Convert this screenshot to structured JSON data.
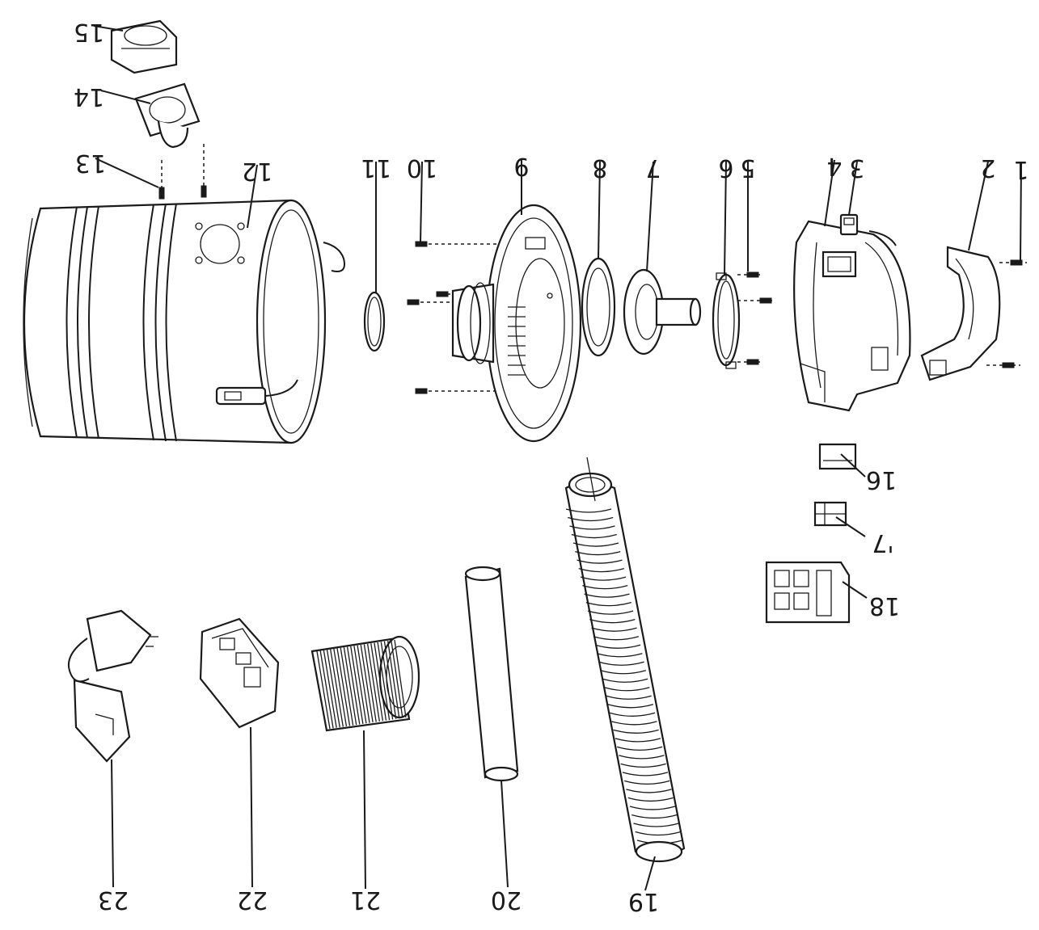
{
  "diagram": {
    "parts": [
      {
        "id": "1"
      },
      {
        "id": "2"
      },
      {
        "id": "3"
      },
      {
        "id": "4"
      },
      {
        "id": "5"
      },
      {
        "id": "6"
      },
      {
        "id": "7"
      },
      {
        "id": "8"
      },
      {
        "id": "9"
      },
      {
        "id": "10"
      },
      {
        "id": "11"
      },
      {
        "id": "12"
      },
      {
        "id": "13"
      },
      {
        "id": "14"
      },
      {
        "id": "15"
      },
      {
        "id": "16"
      },
      {
        "id": "'7"
      },
      {
        "id": "18"
      },
      {
        "id": "19"
      },
      {
        "id": "20"
      },
      {
        "id": "21"
      },
      {
        "id": "22"
      },
      {
        "id": "23"
      }
    ]
  }
}
